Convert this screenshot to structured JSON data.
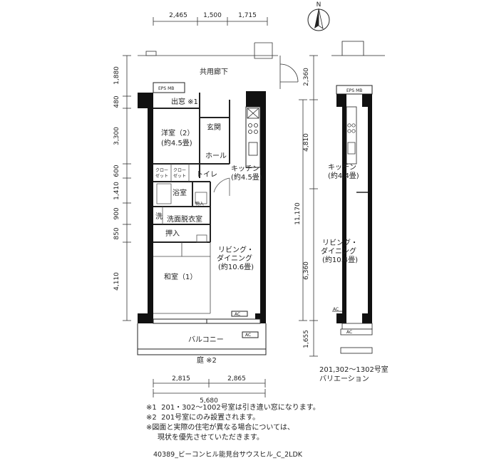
{
  "dimensions": {
    "top": [
      "2,465",
      "1,500",
      "1,715"
    ],
    "left": [
      "1,880",
      "480",
      "3,300",
      "600",
      "1,410",
      "900",
      "850",
      "4,110"
    ],
    "bottom": [
      "2,815",
      "2,865"
    ],
    "bottom_total": "5,680",
    "right_plan": [
      "2,360",
      "4,810",
      "11,170",
      "6,360",
      "1,655"
    ]
  },
  "compass_label": "N",
  "rooms": {
    "corridor": "共用廊下",
    "eps_mb": "EPS MB",
    "eps_mb_right": "EPS MB",
    "entrance_window": "出窓 ※1",
    "genkan": "玄関",
    "youshitsu_line1": "洋室（2）",
    "youshitsu_line2": "(約4.5畳)",
    "hall": "ホール",
    "closet1_line1": "クロー",
    "closet1_line2": "ゼット",
    "closet2_line1": "クロー",
    "closet2_line2": "ゼット",
    "toilet": "トイレ",
    "kitchen_line1": "キッチン",
    "kitchen_line2": "(約4.5畳)",
    "bath": "浴室",
    "storage_in": "物入",
    "wash": "洗",
    "washroom": "洗面脱衣室",
    "oshiire": "押入",
    "living_line1": "リビング・",
    "living_line2": "ダイニング",
    "living_line3": "(約10.6畳)",
    "washitsu": "和室（1）",
    "balcony": "バルコニー",
    "garden": "庭 ※2",
    "ac1": "AC",
    "ac2": "AC",
    "ac3": "AC",
    "ac4": "AC",
    "right_kitchen_line1": "キッチン",
    "right_kitchen_line2": "(約4.4畳)",
    "right_living_line1": "リビング・",
    "right_living_line2": "ダイニング",
    "right_living_line3": "(約10.4畳)"
  },
  "variation": {
    "line1": "201,302～1302号室",
    "line2": "バリエーション"
  },
  "notes": [
    "※1  201・302～1002号室は引き違い窓になります。",
    "※2  201号室にのみ設置されます。",
    "※図面と実際の住宅が異なる場合については、",
    "     現状を優先させていただきます。"
  ],
  "footer": "40389_ビーコンヒル能見台サウスヒル_C_2LDK"
}
